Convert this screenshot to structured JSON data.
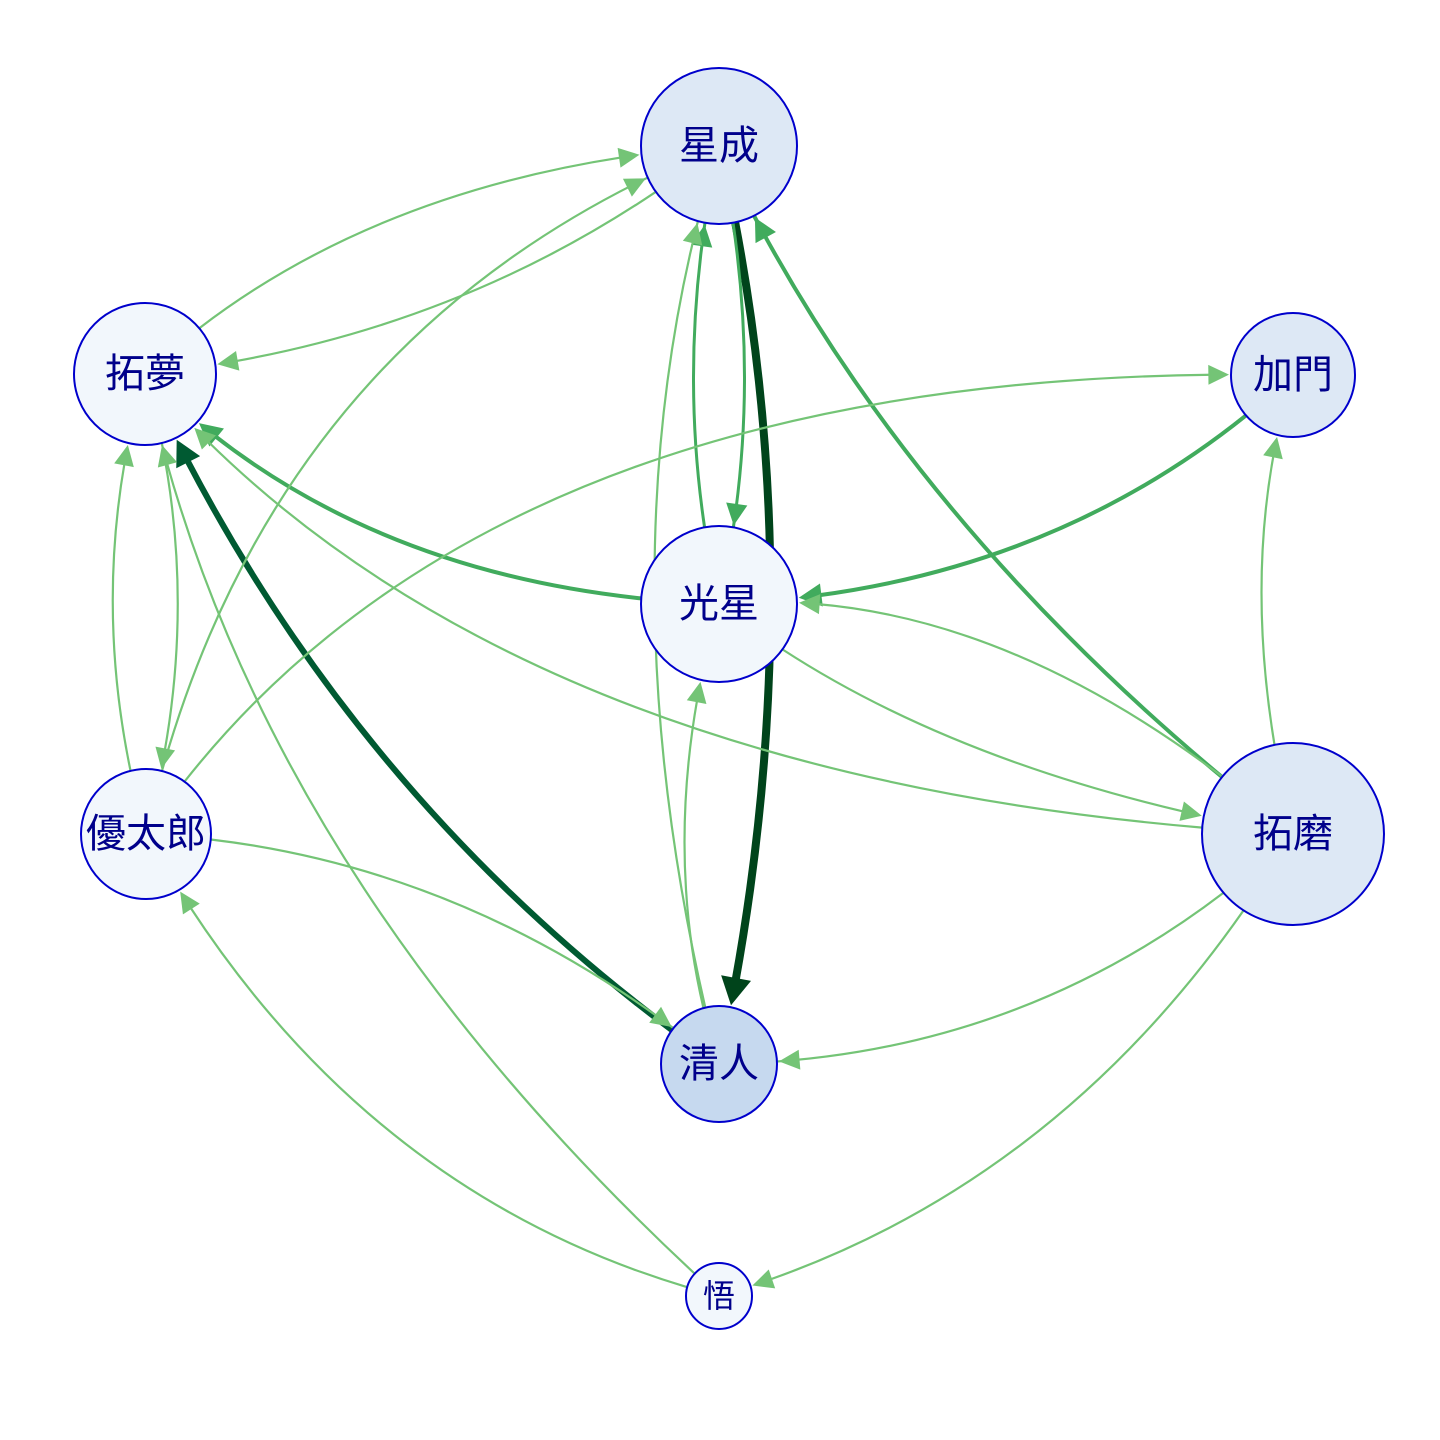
{
  "nodes": [
    {
      "id": "seisei",
      "label": "星成",
      "fill": "#dde8f5"
    },
    {
      "id": "takumu",
      "label": "拓夢",
      "fill": "#f2f7fc"
    },
    {
      "id": "kamon",
      "label": "加門",
      "fill": "#dde8f5"
    },
    {
      "id": "kosei",
      "label": "光星",
      "fill": "#f2f7fc"
    },
    {
      "id": "yutaro",
      "label": "優太郎",
      "fill": "#f2f7fc"
    },
    {
      "id": "takuma",
      "label": "拓磨",
      "fill": "#dde8f5"
    },
    {
      "id": "kiyoto",
      "label": "清人",
      "fill": "#c6d9ef"
    },
    {
      "id": "satoru",
      "label": "悟",
      "fill": "#f2f7fc"
    }
  ],
  "edges": [
    {
      "from": "seisei",
      "to": "kiyoto",
      "weight": 5
    },
    {
      "from": "kiyoto",
      "to": "takumu",
      "weight": 4
    },
    {
      "from": "takuma",
      "to": "seisei",
      "weight": 2
    },
    {
      "from": "kosei",
      "to": "takumu",
      "weight": 2
    },
    {
      "from": "kamon",
      "to": "kosei",
      "weight": 2
    },
    {
      "from": "seisei",
      "to": "kosei",
      "weight": 1.5
    },
    {
      "from": "kosei",
      "to": "seisei",
      "weight": 1.5
    },
    {
      "from": "takumu",
      "to": "seisei",
      "weight": 1
    },
    {
      "from": "seisei",
      "to": "takumu",
      "weight": 1
    },
    {
      "from": "yutaro",
      "to": "seisei",
      "weight": 1
    },
    {
      "from": "yutaro",
      "to": "kamon",
      "weight": 1
    },
    {
      "from": "takumu",
      "to": "yutaro",
      "weight": 1
    },
    {
      "from": "yutaro",
      "to": "takumu",
      "weight": 1
    },
    {
      "from": "yutaro",
      "to": "kiyoto",
      "weight": 1
    },
    {
      "from": "satoru",
      "to": "takumu",
      "weight": 1
    },
    {
      "from": "satoru",
      "to": "yutaro",
      "weight": 1
    },
    {
      "from": "takuma",
      "to": "takumu",
      "weight": 1
    },
    {
      "from": "takuma",
      "to": "kamon",
      "weight": 1
    },
    {
      "from": "takuma",
      "to": "kosei",
      "weight": 1
    },
    {
      "from": "kosei",
      "to": "takuma",
      "weight": 1
    },
    {
      "from": "takuma",
      "to": "kiyoto",
      "weight": 1
    },
    {
      "from": "takuma",
      "to": "satoru",
      "weight": 1
    },
    {
      "from": "kiyoto",
      "to": "seisei",
      "weight": 1
    },
    {
      "from": "kiyoto",
      "to": "kosei",
      "weight": 1
    }
  ],
  "colors": {
    "node_stroke": "#0000cc",
    "label": "#00008B",
    "edge_light": "#74c476",
    "edge_mid": "#41ab5d",
    "edge_dark": "#005a32",
    "edge_darkest": "#00441b"
  }
}
